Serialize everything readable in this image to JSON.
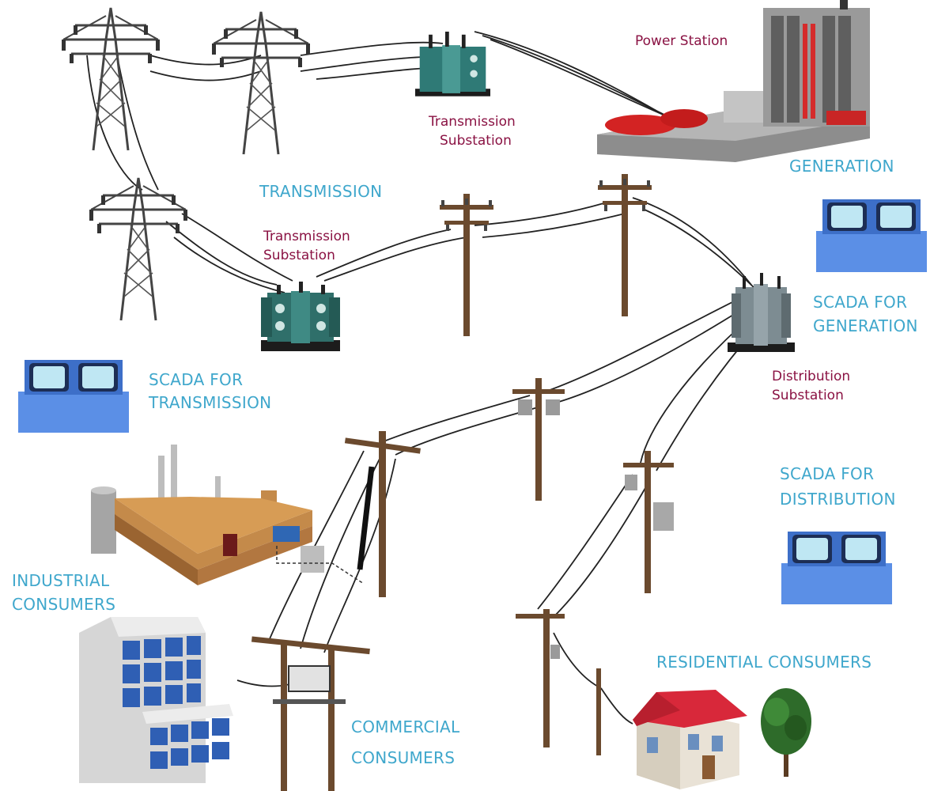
{
  "labels": {
    "power_station": "Power Station",
    "transmission_substation_top_1": "Transmission",
    "transmission_substation_top_2": "Substation",
    "generation": "GENERATION",
    "transmission": "TRANSMISSION",
    "transmission_substation_mid_1": "Transmission",
    "transmission_substation_mid_2": "Substation",
    "scada_generation_1": "SCADA FOR",
    "scada_generation_2": "GENERATION",
    "scada_transmission_1": "SCADA FOR",
    "scada_transmission_2": "TRANSMISSION",
    "distribution_substation_1": "Distribution",
    "distribution_substation_2": "Substation",
    "scada_distribution_1": "SCADA FOR",
    "scada_distribution_2": "DISTRIBUTION",
    "industrial_1": "INDUSTRIAL",
    "industrial_2": "CONSUMERS",
    "residential": "RESIDENTIAL CONSUMERS",
    "commercial_1": "COMMERCIAL",
    "commercial_2": "CONSUMERS"
  },
  "colors": {
    "label_cyan": "#3fa7cc",
    "label_maroon": "#8a1243",
    "scada_blue": "#5b8fe6",
    "transformer_teal": "#2f6f6a",
    "pole_brown": "#6b4a2e",
    "roof_red": "#d8283a"
  }
}
